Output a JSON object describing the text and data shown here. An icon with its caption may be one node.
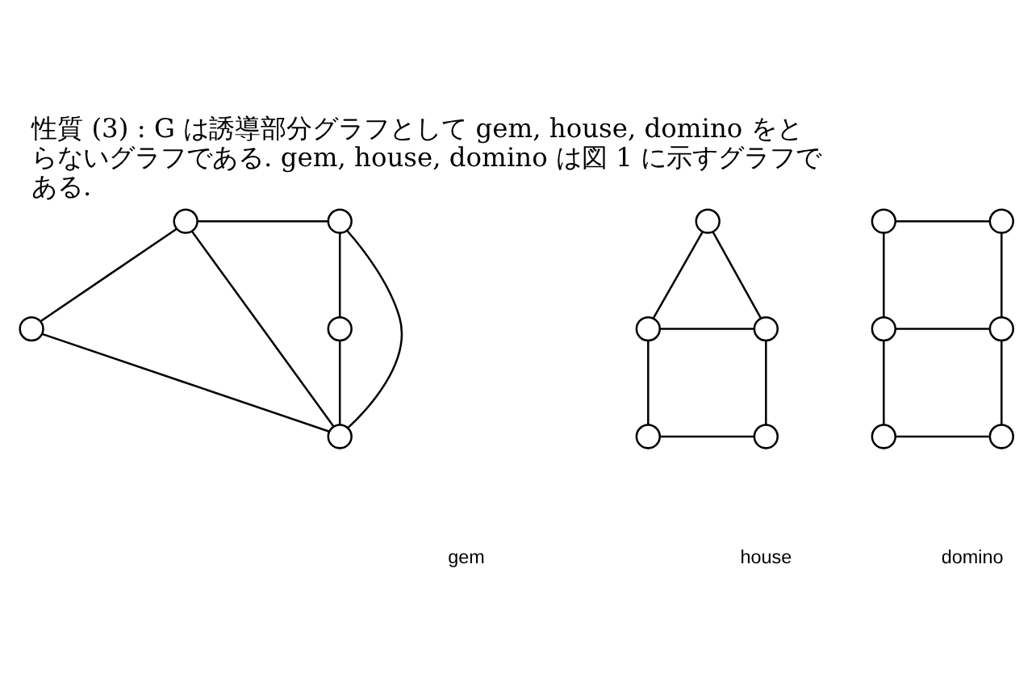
{
  "diagram": {
    "title": "性質 (3) : G は誘導部分グラフとして gem, house, domino をとらないグラフである. gem, house, domino は図 1 に示すグラフである.",
    "nodes": [
      {
        "text": [],
        "shape": "circle"
      },
      {
        "text": [],
        "shape": "circle"
      },
      {
        "text": [],
        "shape": "circle"
      },
      {
        "text": [],
        "shape": "circle"
      },
      {
        "text": [],
        "shape": "circle"
      },
      {
        "text": [],
        "shape": "circle"
      },
      {
        "text": [],
        "shape": "circle"
      },
      {
        "text": [],
        "shape": "circle"
      },
      {
        "text": [],
        "shape": "circle"
      },
      {
        "text": [],
        "shape": "circle"
      },
      {
        "text": [],
        "shape": "circle"
      },
      {
        "text": [],
        "shape": "circle"
      },
      {
        "text": [],
        "shape": "circle"
      },
      {
        "text": [],
        "shape": "circle"
      },
      {
        "text": [],
        "shape": "circle"
      },
      {
        "text": [],
        "shape": "circle"
      }
    ],
    "edges": [
      {
        "from": 0,
        "to": 2,
        "arrow": "none"
      },
      {
        "from": 0,
        "to": 1,
        "arrow": "none"
      },
      {
        "from": 1,
        "to": 3,
        "arrow": "none"
      },
      {
        "from": 2,
        "to": 4,
        "arrow": "none"
      },
      {
        "from": 0,
        "to": 4,
        "arrow": "none"
      },
      {
        "from": 1,
        "to": 4,
        "arrow": "none"
      },
      {
        "from": 3,
        "to": 4,
        "arrow": "none"
      },
      {
        "from": 5,
        "to": 6,
        "arrow": "none"
      },
      {
        "from": 5,
        "to": 7,
        "arrow": "none"
      },
      {
        "from": 6,
        "to": 7,
        "arrow": "none"
      },
      {
        "from": 6,
        "to": 8,
        "arrow": "none"
      },
      {
        "from": 7,
        "to": 9,
        "arrow": "none"
      },
      {
        "from": 8,
        "to": 9,
        "arrow": "none"
      },
      {
        "from": 10,
        "to": 11,
        "arrow": "none"
      },
      {
        "from": 10,
        "to": 12,
        "arrow": "none"
      },
      {
        "from": 11,
        "to": 13,
        "arrow": "none"
      },
      {
        "from": 12,
        "to": 13,
        "arrow": "none"
      },
      {
        "from": 12,
        "to": 14,
        "arrow": "none"
      },
      {
        "from": 13,
        "to": 15,
        "arrow": "none"
      },
      {
        "from": 14,
        "to": 15,
        "arrow": "none"
      }
    ],
    "labels": [
      "gem",
      "house",
      "domino"
    ]
  }
}
